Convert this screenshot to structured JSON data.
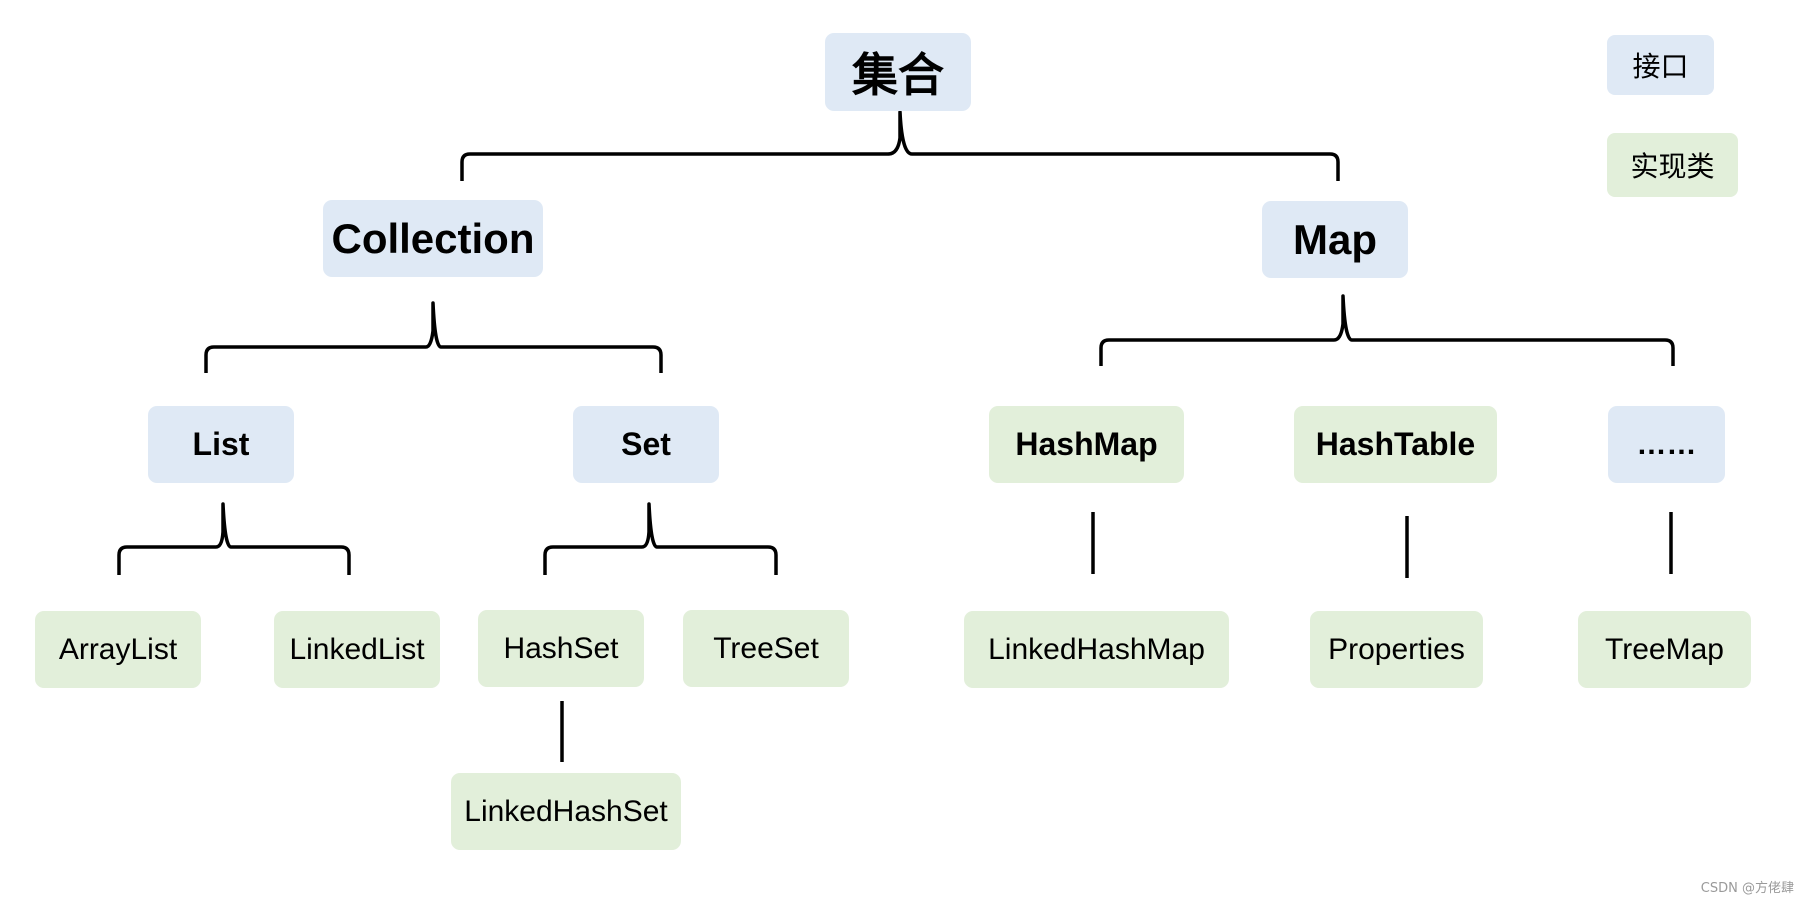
{
  "colors": {
    "interface": "#dfe9f5",
    "implementation": "#e2efda",
    "connector": "#000000"
  },
  "legend": {
    "interface_label": "接口",
    "implementation_label": "实现类"
  },
  "nodes": {
    "root": "集合",
    "collection": "Collection",
    "map": "Map",
    "list": "List",
    "set": "Set",
    "hashmap": "HashMap",
    "hashtable": "HashTable",
    "more": "……",
    "arraylist": "ArrayList",
    "linkedlist": "LinkedList",
    "hashset": "HashSet",
    "treeset": "TreeSet",
    "linkedhashset": "LinkedHashSet",
    "linkedhashmap": "LinkedHashMap",
    "properties": "Properties",
    "treemap": "TreeMap"
  },
  "watermark": "CSDN @方佬肆"
}
